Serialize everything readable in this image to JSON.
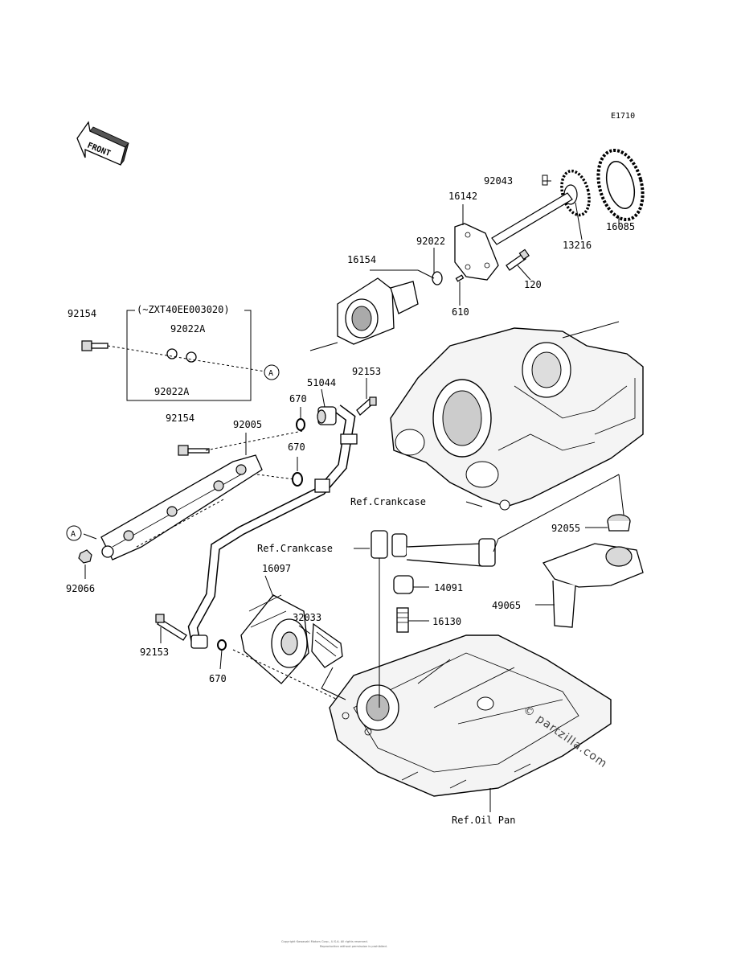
{
  "diagram_code": "E1710",
  "front_label": "FRONT",
  "parts": {
    "p92043": "92043",
    "p16142": "16142",
    "p16085": "16085",
    "p13216": "13216",
    "p92022": "92022",
    "p16154": "16154",
    "p120": "120",
    "p610": "610",
    "p92154_top": "92154",
    "p92022A_1": "92022A",
    "p92022A_2": "92022A",
    "p51044": "51044",
    "p92153_top": "92153",
    "p670_1": "670",
    "p670_2": "670",
    "p670_3": "670",
    "p92154_mid": "92154",
    "p92005": "92005",
    "p92066": "92066",
    "p92055": "92055",
    "p16097": "16097",
    "p32033": "32033",
    "p14091": "14091",
    "p16130": "16130",
    "p49065": "49065",
    "p92153_bot": "92153"
  },
  "serial_note": "(~ZXT40EE003020)",
  "ref_labels": {
    "crankcase_1": "Ref.Crankcase",
    "crankcase_2": "Ref.Crankcase",
    "oil_pan": "Ref.Oil Pan"
  },
  "callout_a": "A",
  "watermark": "© partzilla.com",
  "footer_line1": "Copyright Kawasaki Motors Corp., U.S.A. All rights reserved.",
  "footer_line2": "Reproduction without permission is prohibited."
}
